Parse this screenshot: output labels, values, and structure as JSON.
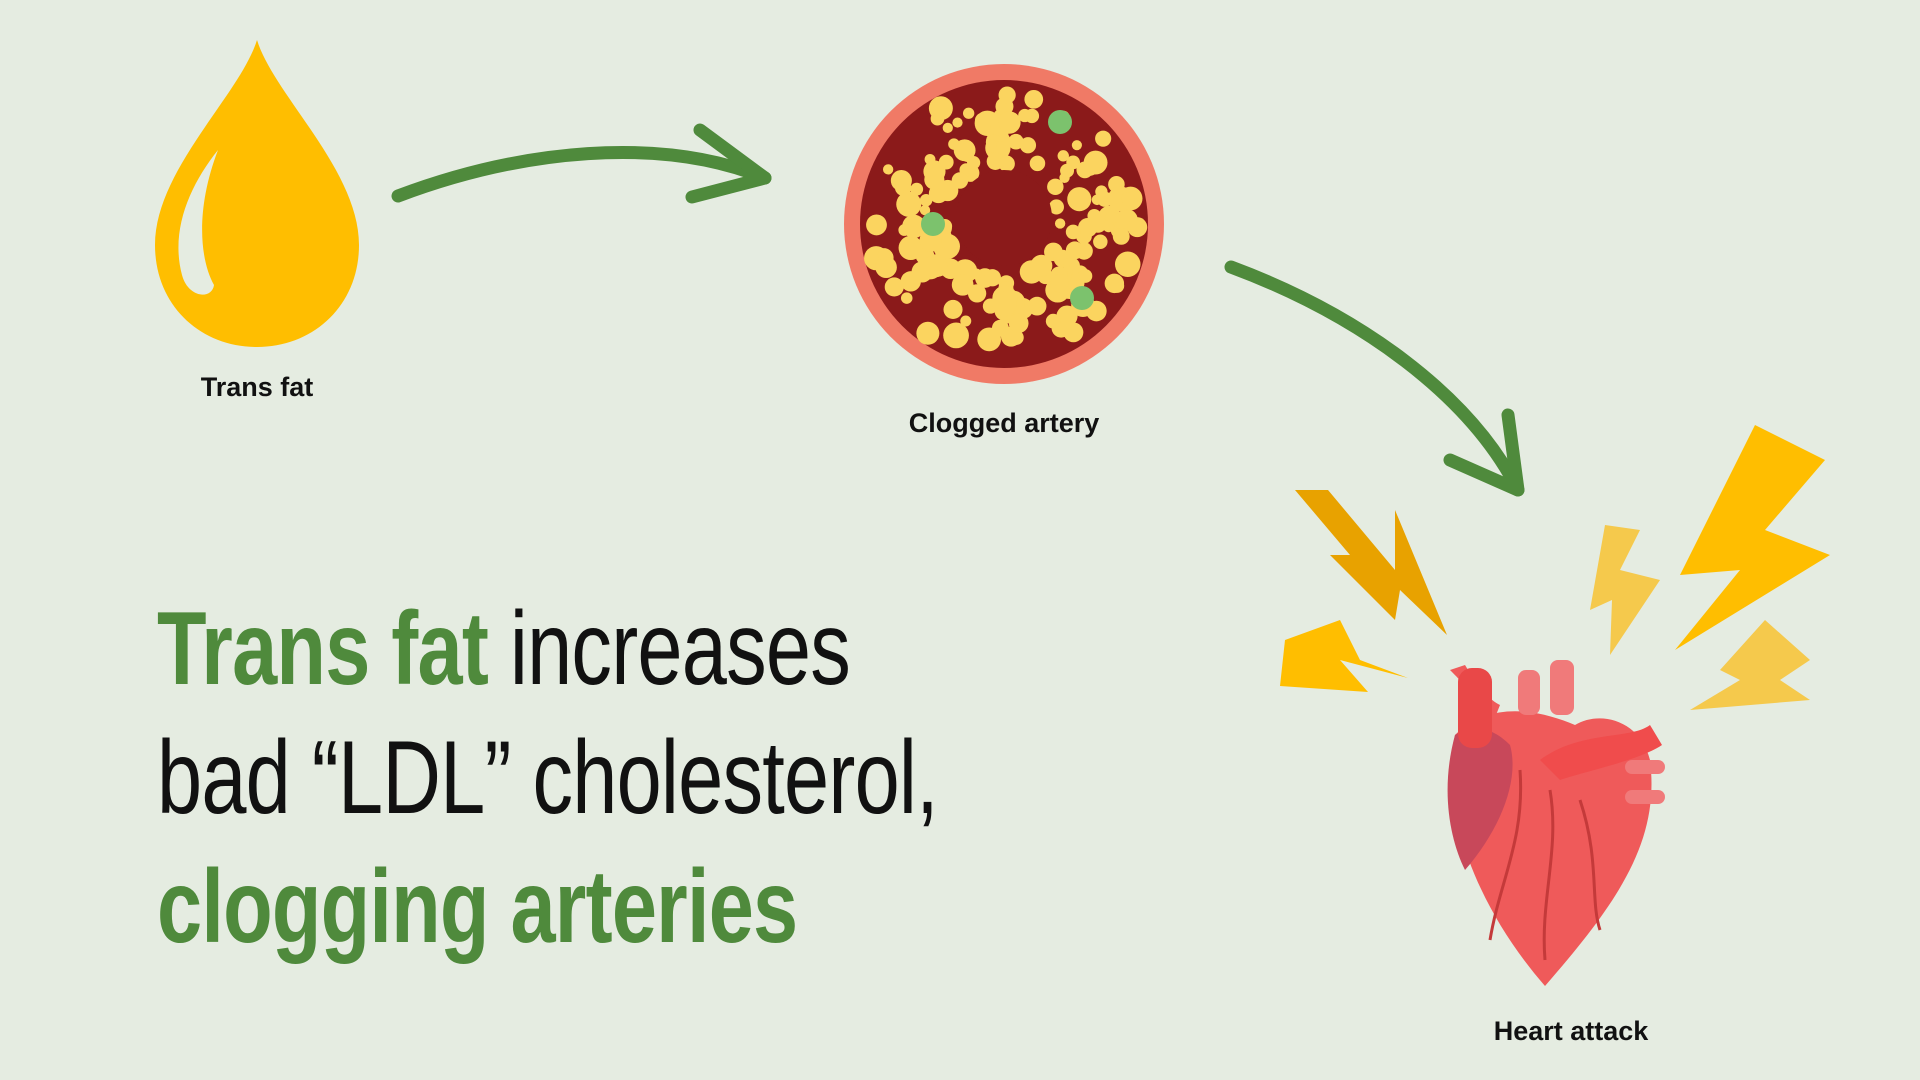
{
  "labels": {
    "trans_fat": "Trans fat",
    "clogged_artery": "Clogged artery",
    "heart_attack": "Heart attack"
  },
  "headline": {
    "line1_highlight": "Trans fat",
    "line1_rest": " increases",
    "line2": "bad “LDL” cholesterol,",
    "line3_highlight": "clogging arteries"
  },
  "colors": {
    "background": "#e5ece1",
    "accent_green": "#4f8a3c",
    "drop": "#ffbe00",
    "artery_ring": "#f07a66",
    "artery_inner": "#8b1a1a",
    "plaque": "#fbd45f",
    "bolt": "#ffbe00"
  }
}
